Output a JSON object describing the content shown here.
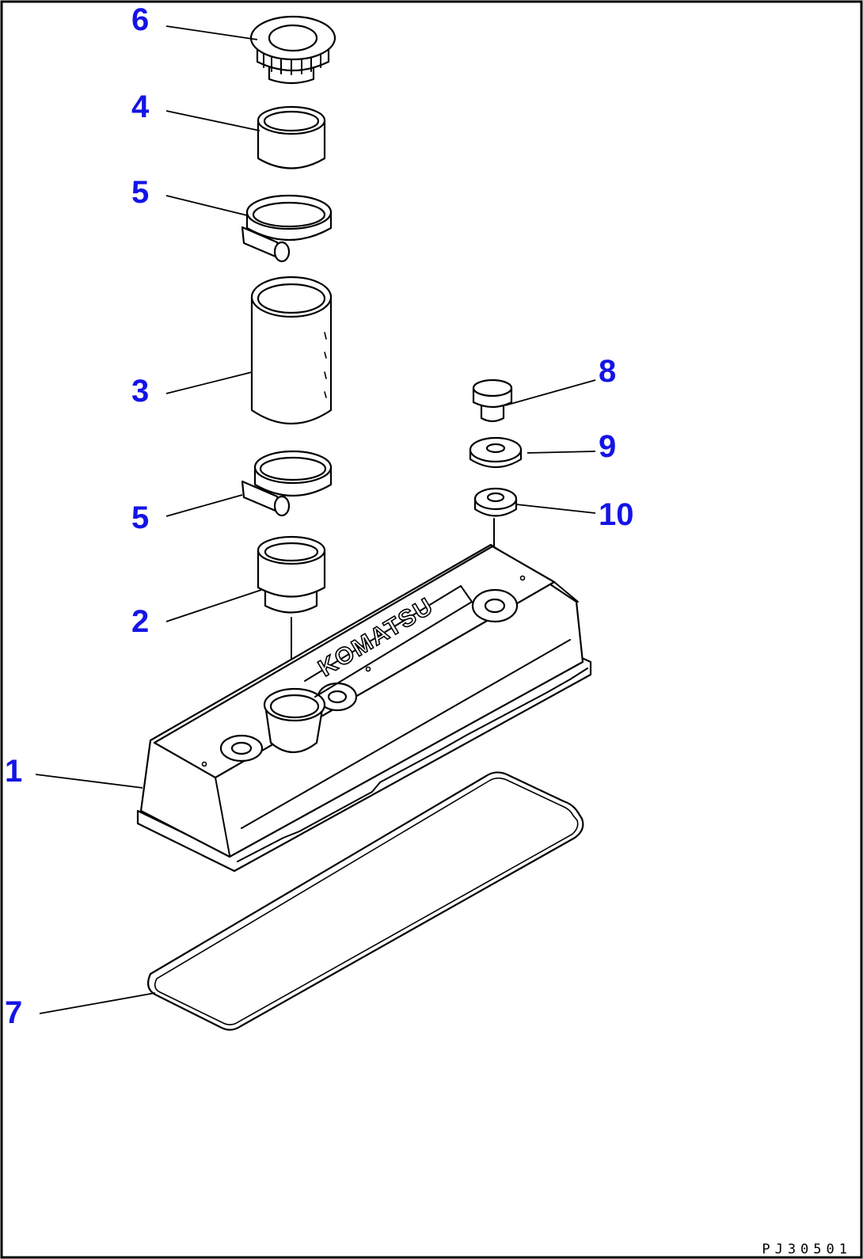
{
  "callouts": [
    {
      "id": "part-1",
      "number": "1"
    },
    {
      "id": "part-2",
      "number": "2"
    },
    {
      "id": "part-3",
      "number": "3"
    },
    {
      "id": "part-4",
      "number": "4"
    },
    {
      "id": "part-5a",
      "number": "5"
    },
    {
      "id": "part-5b",
      "number": "5"
    },
    {
      "id": "part-6",
      "number": "6"
    },
    {
      "id": "part-7",
      "number": "7"
    },
    {
      "id": "part-8",
      "number": "8"
    },
    {
      "id": "part-9",
      "number": "9"
    },
    {
      "id": "part-10",
      "number": "10"
    }
  ],
  "cover_emboss": "KOMATSU",
  "drawing_code": "PJ30501",
  "colors": {
    "callout": "#1414e6",
    "line": "#000000",
    "background": "#ffffff"
  }
}
